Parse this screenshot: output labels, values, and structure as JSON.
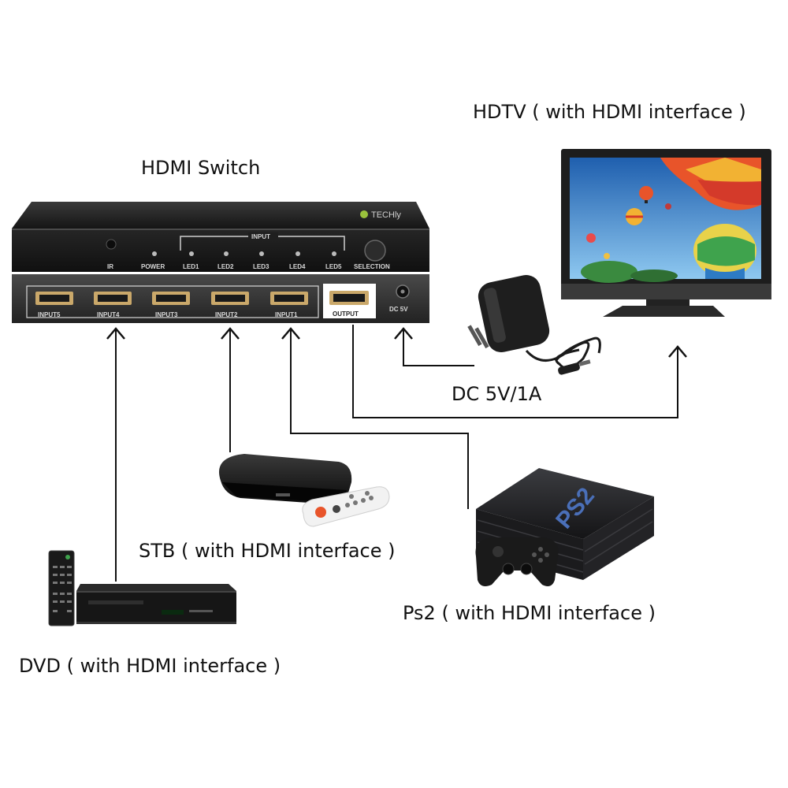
{
  "labels": {
    "hdmi_switch": "HDMI Switch",
    "hdtv": "HDTV ( with HDMI interface )",
    "dc": "DC  5V/1A",
    "stb": "STB ( with HDMI interface )",
    "ps2": "Ps2 ( with HDMI interface )",
    "dvd": "DVD ( with HDMI interface )"
  },
  "switch": {
    "brand": "TECHly",
    "front": {
      "ir": "IR",
      "power": "POWER",
      "input_group": "INPUT",
      "leds": [
        "LED1",
        "LED2",
        "LED3",
        "LED4",
        "LED5"
      ],
      "selection": "SELECTION"
    },
    "rear": {
      "inputs": [
        "INPUT5",
        "INPUT4",
        "INPUT3",
        "INPUT2",
        "INPUT1"
      ],
      "output": "OUTPUT",
      "dc": "DC 5V"
    }
  },
  "devices": {
    "ps2_logo": "PS2"
  },
  "icons": {
    "arrow": "arrow-up-icon",
    "power_adapter": "power-adapter-icon"
  },
  "colors": {
    "device_dark": "#1f1f1f",
    "line": "#111111",
    "screen_sky": "#4a9ede"
  }
}
